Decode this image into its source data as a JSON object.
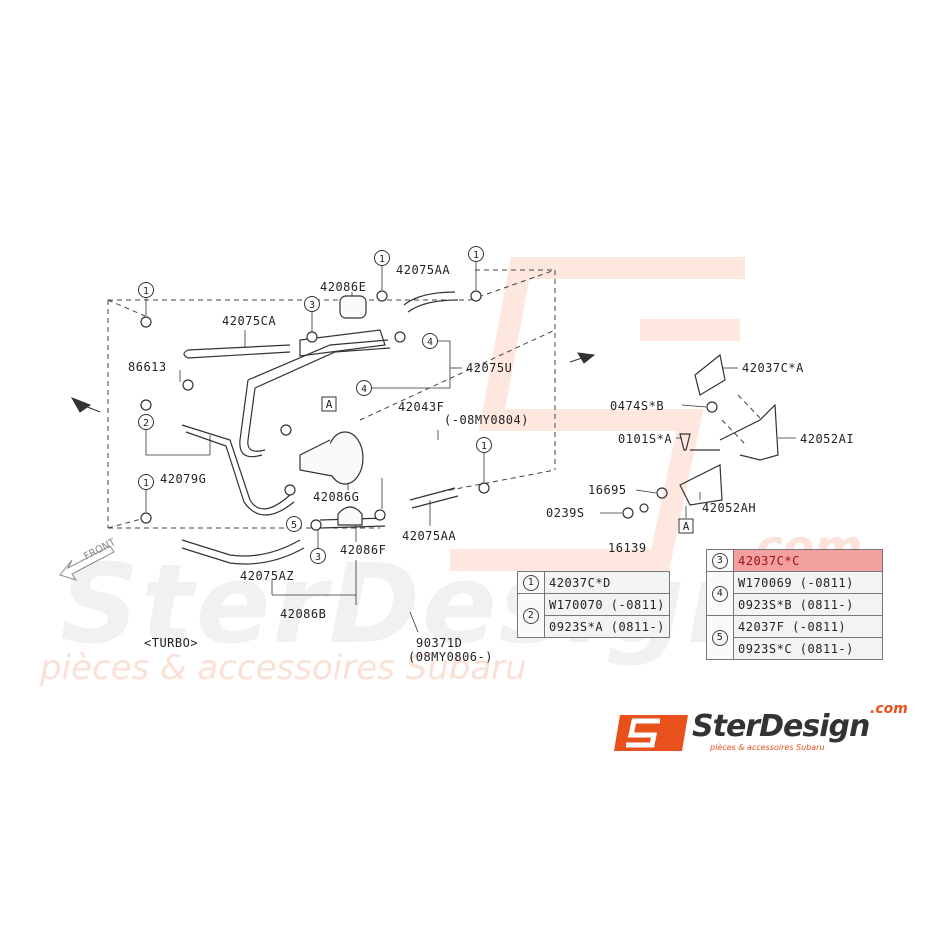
{
  "labels": {
    "p42075ca": "42075CA",
    "p42086e": "42086E",
    "p42075aa_top": "42075AA",
    "p86613": "86613",
    "p42075u": "42075U",
    "p42043f": "42043F",
    "p42043f_note": "(-08MY0804)",
    "p42079g": "42079G",
    "p42086g": "42086G",
    "p42075aa_bottom": "42075AA",
    "p42086f": "42086F",
    "p42075az": "42075AZ",
    "p42086b": "42086B",
    "turbo": "<TURBO>",
    "p90371d": "90371D",
    "p90371d_note": "(08MY0806-)",
    "p42037ca": "42037C*A",
    "p0474sb": "0474S*B",
    "p0101sa": "0101S*A",
    "p42052ai": "42052AI",
    "p16695": "16695",
    "p42052ah": "42052AH",
    "p0239s": "0239S",
    "p16139": "16139",
    "box_a1": "A",
    "box_a2": "A",
    "front": "FRONT"
  },
  "callouts": [
    "1",
    "1",
    "1",
    "1",
    "1",
    "2",
    "3",
    "3",
    "4",
    "4",
    "5"
  ],
  "table_left": {
    "rows": [
      {
        "num": "1",
        "part": "42037C*D"
      },
      {
        "num": "2",
        "part": "W170070 (-0811)"
      },
      {
        "num": "",
        "part": "0923S*A (0811-)"
      }
    ]
  },
  "table_right": {
    "rows": [
      {
        "num": "3",
        "part": "42037C*C",
        "highlight": true
      },
      {
        "num": "4",
        "part": "W170069 (-0811)"
      },
      {
        "num": "",
        "part": "0923S*B (0811-)"
      },
      {
        "num": "5",
        "part": "42037F (-0811)"
      },
      {
        "num": "",
        "part": "0923S*C (0811-)"
      }
    ]
  },
  "watermark": {
    "brand": "SterDesign",
    "tagline": "pièces & accessoires Subaru",
    "com": ".com"
  },
  "logo": {
    "brand": "SterDesign",
    "com": ".com",
    "tagline": "pièces & accessoires Subaru"
  },
  "colors": {
    "accent": "#e8501c",
    "highlight": "#f3a0a0",
    "line": "#333333"
  }
}
